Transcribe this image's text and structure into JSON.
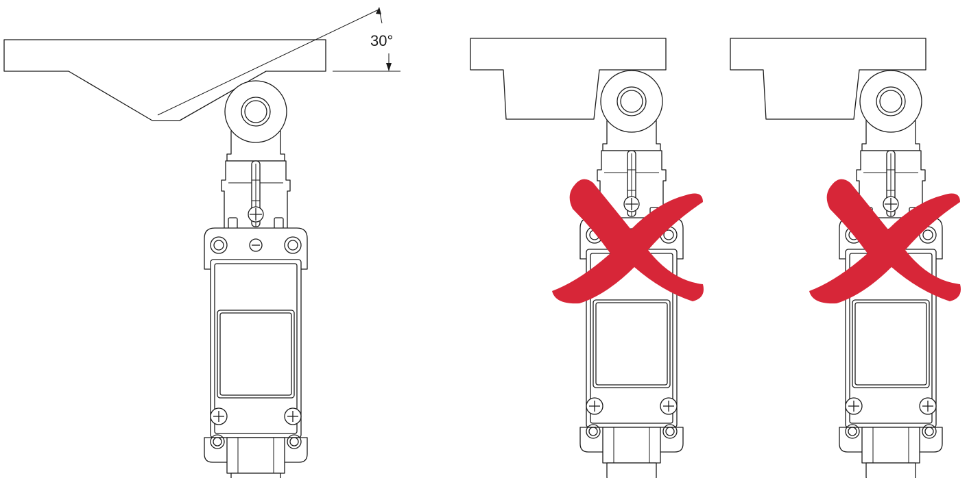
{
  "figure": {
    "angle_label": "30°",
    "panels": [
      {
        "id": "correct",
        "cam": "angled",
        "status": "correct"
      },
      {
        "id": "wrong-1",
        "cam": "stepped",
        "status": "incorrect"
      },
      {
        "id": "wrong-2",
        "cam": "stepped",
        "status": "incorrect"
      }
    ],
    "colors": {
      "line": "#1a1a1a",
      "cross": "#d72638",
      "background": "#ffffff"
    }
  }
}
